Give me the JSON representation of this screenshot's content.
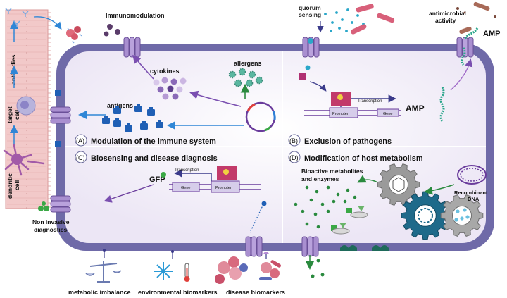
{
  "panels": {
    "a": {
      "letter": "(A)",
      "title": "Modulation of the immune system"
    },
    "b": {
      "letter": "(B)",
      "title": "Exclusion of pathogens"
    },
    "c": {
      "letter": "(C)",
      "title": "Biosensing and disease diagnosis"
    },
    "d": {
      "letter": "(D)",
      "title": "Modification of host metabolism"
    }
  },
  "labels": {
    "immunomodulation": "Immunomodulation",
    "cytokines": "cytokines",
    "antigens": "antigens",
    "allergens": "allergens",
    "quorum_1": "quorum",
    "quorum_2": "sensing",
    "antimicrobial_1": "antimicrobial",
    "antimicrobial_2": "activity",
    "amp_outside": "AMP",
    "amp_inside": "AMP",
    "transcription_b": "Transcription",
    "promoter_b": "Promoter",
    "gene_b": "Gene",
    "transcription_c": "Transcription",
    "promoter_c": "Promoter",
    "gene_c": "Gene",
    "gfp": "GFP",
    "bioactive_1": "Bioactive metabolites",
    "bioactive_2": "and enzymes",
    "recombinant_1": "Recombinant",
    "recombinant_2": "DNA",
    "non_invasive_1": "Non invasive",
    "non_invasive_2": "diagnostics",
    "metabolic": "metabolic imbalance",
    "environmental": "environmental biomarkers",
    "disease": "disease biomarkers",
    "antibodies": "antibodies",
    "target_1": "target",
    "target_2": "cell",
    "dendritic_1": "dendritic",
    "dendritic_2": "cell"
  },
  "colors": {
    "membrane": "#6f6aa8",
    "cytoplasm": "#f1eef8",
    "channel": "#a98fd0",
    "antigen_blue": "#1f5fb5",
    "arrow_blue": "#2f86d6",
    "arrow_purple": "#7a4fb0",
    "arrow_green": "#2a8a3e",
    "intestine": "#f2c9c9",
    "amp_green": "#2aa58a",
    "ecoli_pink": "#d8607a",
    "gfp_green": "#3aa845"
  },
  "icons": [
    "channel-icon",
    "cytokine-icon",
    "antigen-icon",
    "allergen-icon",
    "plasmid-icon",
    "gear-icon",
    "scale-icon",
    "snowflake-icon",
    "thermometer-icon",
    "bacteria-icon",
    "dendritic-cell-icon",
    "target-cell-icon",
    "antibody-icon",
    "dna-icon"
  ]
}
